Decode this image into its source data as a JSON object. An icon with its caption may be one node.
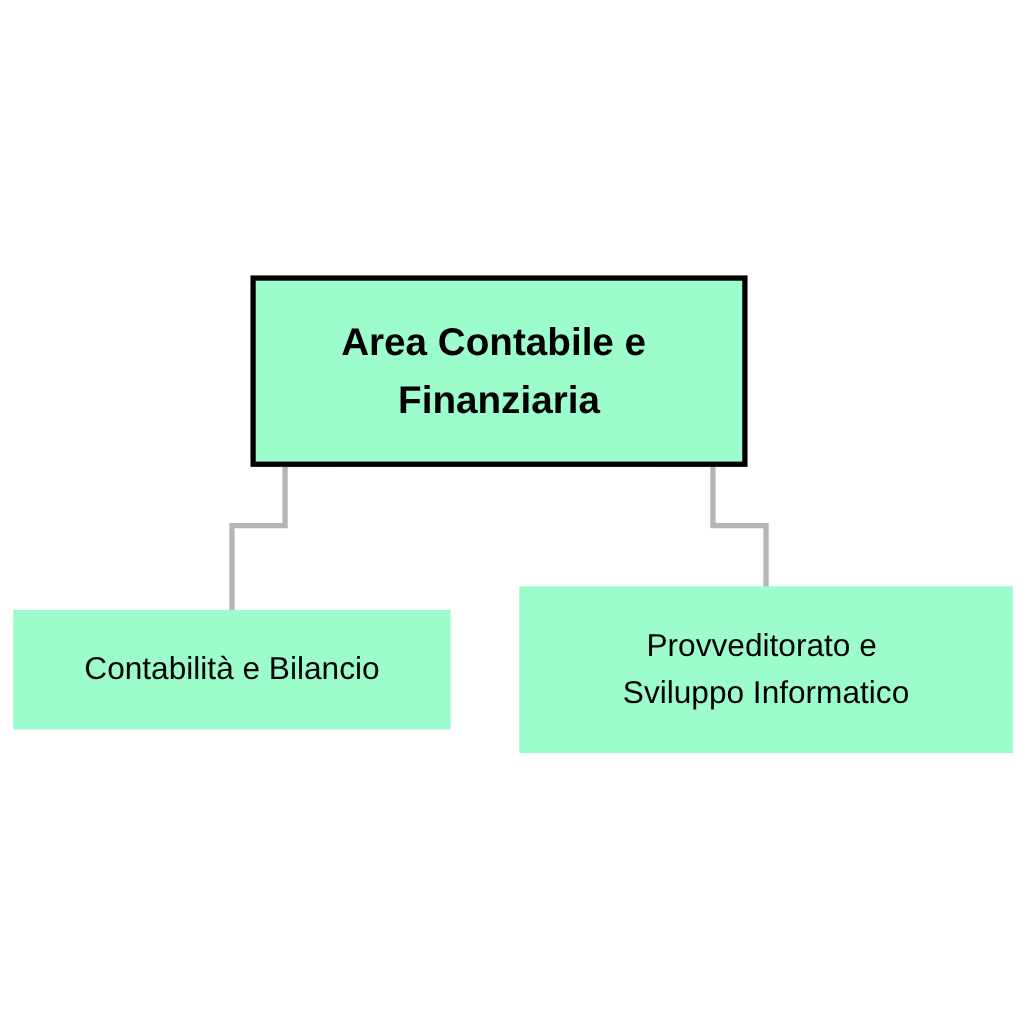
{
  "diagram": {
    "nodes": [
      {
        "text": [
          "Area Contabile e Finanziaria"
        ]
      },
      {
        "text": [
          "Contabilità e Bilancio"
        ]
      },
      {
        "text": [
          "Provveditorato e Sviluppo Informatico"
        ]
      }
    ],
    "edges": [
      {
        "from": 0,
        "to": 1,
        "arrow": "none"
      },
      {
        "from": 0,
        "to": 2,
        "arrow": "none"
      }
    ]
  }
}
